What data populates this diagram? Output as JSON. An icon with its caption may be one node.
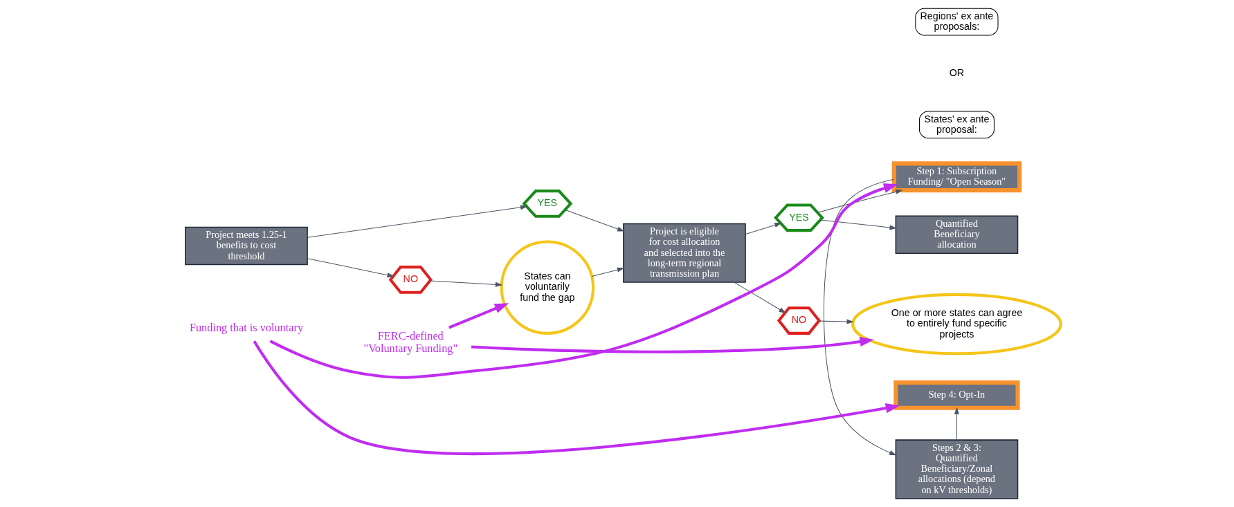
{
  "diagram": {
    "nodes": [
      {
        "text": [
          "Project meets 1.25-1 benefits to cost threshold"
        ]
      },
      {
        "text": [
          "YES"
        ]
      },
      {
        "text": [
          "NO"
        ]
      },
      {
        "text": [
          "Project is eligible for cost allocation and selected into the long-term regional transmission plan"
        ]
      },
      {
        "text": [
          "YES"
        ]
      },
      {
        "text": [
          "NO"
        ]
      },
      {
        "text": [
          "States can voluntarily fund the gap"
        ]
      },
      {
        "text": [
          "One or more states can agree to entirely fund specific projects"
        ]
      },
      {
        "text": [
          "Regions' ex ante proposals:"
        ]
      },
      {
        "text": [
          "States' ex ante proposal:"
        ]
      },
      {
        "text": [
          "Quantified Beneficiary allocation"
        ]
      },
      {
        "text": [
          "Step 1: Subscription Funding/ \"Open Season\""
        ]
      },
      {
        "text": [
          "Steps 2 & 3: Quantified Beneficiary/Zonal allocations (depend on kV thresholds)"
        ]
      },
      {
        "text": [
          "Step 4: Opt-In"
        ]
      },
      {
        "text": [
          "FERC-defined \"Voluntary Funding\""
        ]
      },
      {
        "text": [
          "Funding that is voluntary"
        ]
      }
    ],
    "edges": [
      {
        "from": 0,
        "to": 1,
        "arrow": "to"
      },
      {
        "from": 0,
        "to": 2,
        "arrow": "to"
      },
      {
        "from": 1,
        "to": 3,
        "arrow": "to"
      },
      {
        "from": 2,
        "to": 6,
        "arrow": "to"
      },
      {
        "from": 6,
        "to": 3,
        "arrow": "to"
      },
      {
        "from": 3,
        "to": 4,
        "arrow": "to"
      },
      {
        "from": 3,
        "to": 5,
        "arrow": "to"
      },
      {
        "from": 5,
        "to": 7,
        "arrow": "to"
      },
      {
        "from": 4,
        "to": 10,
        "arrow": "to"
      },
      {
        "from": 4,
        "to": 11,
        "arrow": "to"
      },
      {
        "from": 11,
        "to": 12,
        "arrow": "to"
      },
      {
        "from": 12,
        "to": 13,
        "arrow": "to"
      },
      {
        "from": 14,
        "to": 6,
        "arrow": "to",
        "style": "thick",
        "color": "#c02cf0"
      },
      {
        "from": 14,
        "to": 7,
        "arrow": "to",
        "style": "thick",
        "color": "#c02cf0"
      },
      {
        "from": 15,
        "to": 11,
        "arrow": "to",
        "style": "thick",
        "color": "#c02cf0"
      },
      {
        "from": 15,
        "to": 13,
        "arrow": "to",
        "style": "thick",
        "color": "#c02cf0"
      }
    ],
    "labels": [
      "OR"
    ]
  }
}
